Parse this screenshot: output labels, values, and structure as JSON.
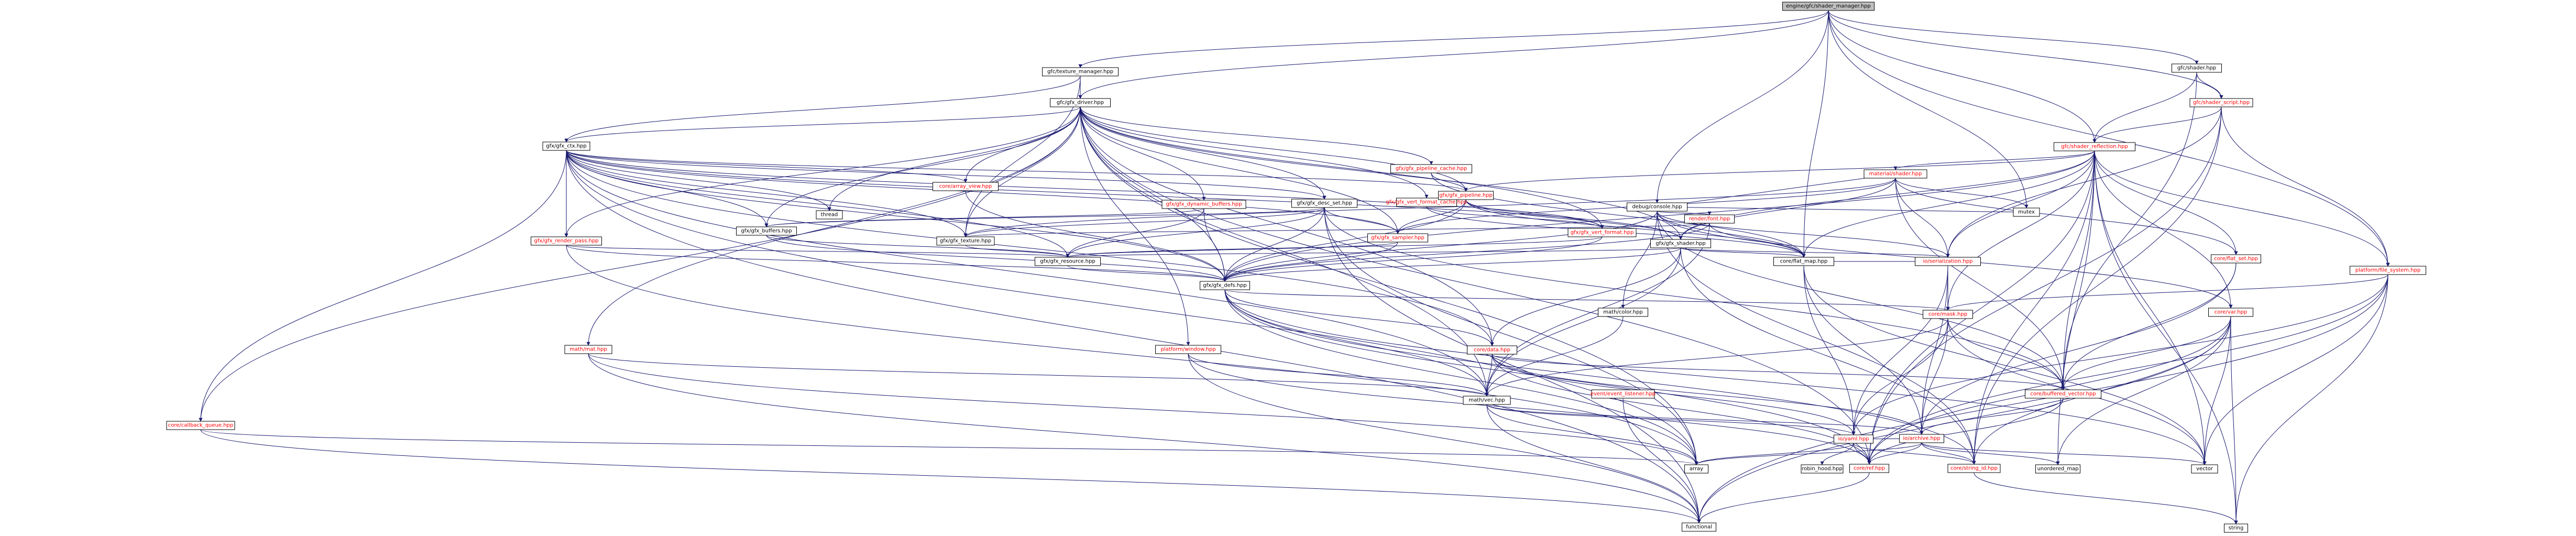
{
  "diagram": {
    "root": "engine/gfc/shader_manager.hpp",
    "colors": {
      "root_fill": "#bfbfbf",
      "node_fill": "#ffffff",
      "node_border": "#000000",
      "edge": "#191970",
      "text": "#000000",
      "link_text": "#ff0000",
      "doc_text": "#000000"
    },
    "nodes": [
      {
        "id": "n0",
        "label": "engine/gfc/shader_manager.hpp",
        "color": "#000000",
        "root": true
      },
      {
        "id": "n1",
        "label": "gfc/texture_manager.hpp",
        "color": "#000000"
      },
      {
        "id": "n2",
        "label": "gfc/gfx_driver.hpp",
        "color": "#000000"
      },
      {
        "id": "n3",
        "label": "debug/console.hpp",
        "color": "#000000"
      },
      {
        "id": "n4",
        "label": "gfc/shader.hpp",
        "color": "#000000"
      },
      {
        "id": "n5",
        "label": "gfc/shader_script.hpp",
        "color": "#ff0000"
      },
      {
        "id": "n6",
        "label": "gfc/shader_reflection.hpp",
        "color": "#ff0000"
      },
      {
        "id": "n7",
        "label": "gfx/gfx_ctx.hpp",
        "color": "#000000"
      },
      {
        "id": "n8",
        "label": "gfx/gfx_pipeline_cache.hpp",
        "color": "#ff0000"
      },
      {
        "id": "n9",
        "label": "gfx/gfx_vert_format_cache.hpp",
        "color": "#ff0000"
      },
      {
        "id": "n10",
        "label": "material/shader.hpp",
        "color": "#ff0000"
      },
      {
        "id": "n11",
        "label": "render/font.hpp",
        "color": "#ff0000"
      },
      {
        "id": "n12",
        "label": "core/array_view.hpp",
        "color": "#ff0000"
      },
      {
        "id": "n13",
        "label": "gfx/gfx_dynamic_buffers.hpp",
        "color": "#ff0000"
      },
      {
        "id": "n14",
        "label": "gfx/gfx_desc_set.hpp",
        "color": "#000000"
      },
      {
        "id": "n15",
        "label": "gfx/gfx_pipeline.hpp",
        "color": "#ff0000"
      },
      {
        "id": "n16",
        "label": "thread",
        "color": "#000000"
      },
      {
        "id": "n17",
        "label": "mutex",
        "color": "#000000"
      },
      {
        "id": "n18",
        "label": "gfx/gfx_render_pass.hpp",
        "color": "#ff0000"
      },
      {
        "id": "n19",
        "label": "gfx/gfx_buffers.hpp",
        "color": "#000000"
      },
      {
        "id": "n20",
        "label": "gfx/gfx_texture.hpp",
        "color": "#000000"
      },
      {
        "id": "n21",
        "label": "gfx/gfx_sampler.hpp",
        "color": "#ff0000"
      },
      {
        "id": "n22",
        "label": "gfx/gfx_vert_format.hpp",
        "color": "#ff0000"
      },
      {
        "id": "n23",
        "label": "gfx/gfx_shader.hpp",
        "color": "#000000"
      },
      {
        "id": "n24",
        "label": "core/flat_set.hpp",
        "color": "#ff0000"
      },
      {
        "id": "n25",
        "label": "gfx/gfx_resource.hpp",
        "color": "#000000"
      },
      {
        "id": "n26",
        "label": "core/flat_map.hpp",
        "color": "#000000"
      },
      {
        "id": "n27",
        "label": "io/serialization.hpp",
        "color": "#ff0000"
      },
      {
        "id": "n28",
        "label": "platform/file_system.hpp",
        "color": "#ff0000"
      },
      {
        "id": "n29",
        "label": "gfx/gfx_defs.hpp",
        "color": "#000000"
      },
      {
        "id": "n30",
        "label": "math/color.hpp",
        "color": "#000000"
      },
      {
        "id": "n31",
        "label": "core/mask.hpp",
        "color": "#ff0000"
      },
      {
        "id": "n32",
        "label": "core/var.hpp",
        "color": "#ff0000"
      },
      {
        "id": "n33",
        "label": "math/mat.hpp",
        "color": "#ff0000"
      },
      {
        "id": "n34",
        "label": "platform/window.hpp",
        "color": "#ff0000"
      },
      {
        "id": "n35",
        "label": "core/data.hpp",
        "color": "#ff0000"
      },
      {
        "id": "n36",
        "label": "event/event_listener.hpp",
        "color": "#ff0000"
      },
      {
        "id": "n37",
        "label": "core/buffered_vector.hpp",
        "color": "#ff0000"
      },
      {
        "id": "n38",
        "label": "math/vec.hpp",
        "color": "#000000"
      },
      {
        "id": "n39",
        "label": "io/yaml.hpp",
        "color": "#ff0000"
      },
      {
        "id": "n40",
        "label": "io/archive.hpp",
        "color": "#ff0000"
      },
      {
        "id": "n41",
        "label": "core/callback_queue.hpp",
        "color": "#ff0000"
      },
      {
        "id": "n42",
        "label": "array",
        "color": "#000000"
      },
      {
        "id": "n43",
        "label": "robin_hood.hpp",
        "color": "#000000"
      },
      {
        "id": "n44",
        "label": "core/ref.hpp",
        "color": "#ff0000"
      },
      {
        "id": "n45",
        "label": "core/string_id.hpp",
        "color": "#ff0000"
      },
      {
        "id": "n46",
        "label": "unordered_map",
        "color": "#000000"
      },
      {
        "id": "n47",
        "label": "vector",
        "color": "#000000"
      },
      {
        "id": "n48",
        "label": "functional",
        "color": "#000000"
      },
      {
        "id": "n49",
        "label": "string",
        "color": "#000000"
      }
    ]
  }
}
